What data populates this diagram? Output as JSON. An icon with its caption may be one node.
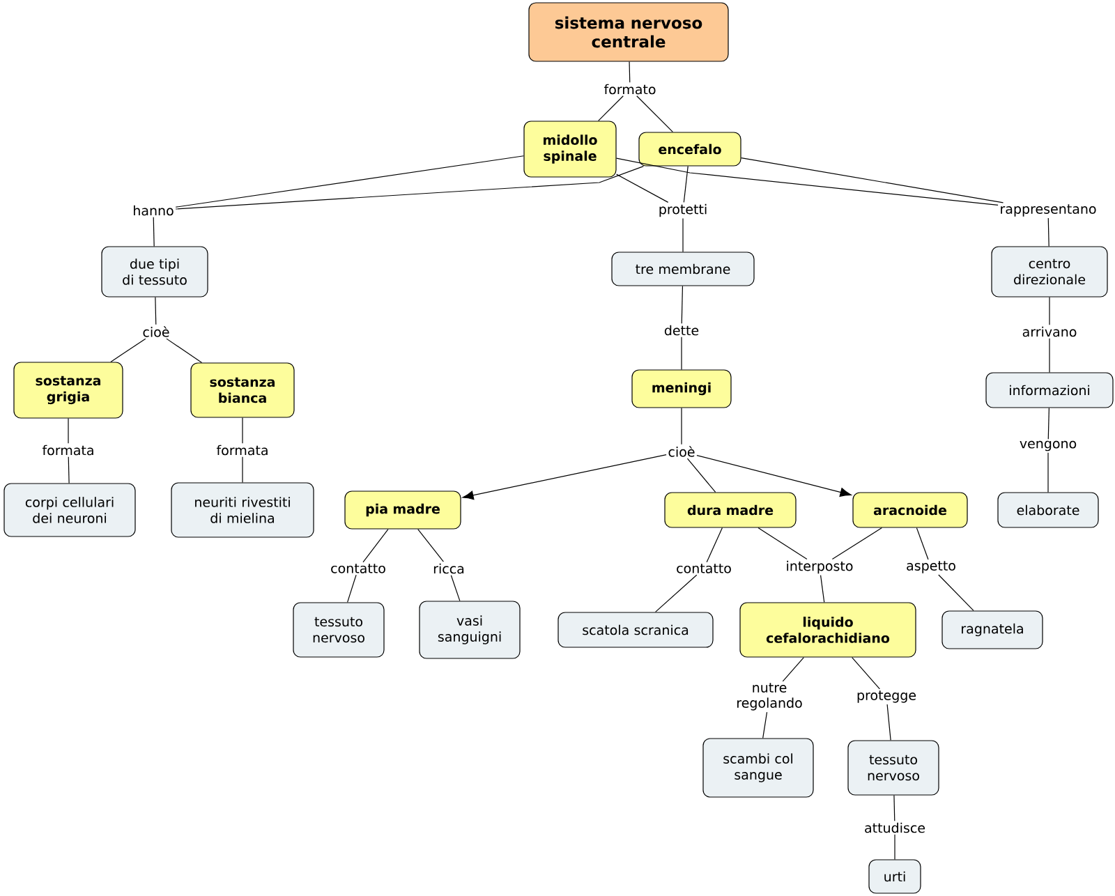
{
  "diagram": {
    "nodes": [
      {
        "text": [
          "sistema nervoso centrale"
        ]
      },
      {
        "text": [
          "formato"
        ]
      },
      {
        "text": [
          "midollo spinale"
        ]
      },
      {
        "text": [
          "encefalo"
        ]
      },
      {
        "text": [
          "hanno"
        ]
      },
      {
        "text": [
          "protetti"
        ]
      },
      {
        "text": [
          "rappresentano"
        ]
      },
      {
        "text": [
          "due tipi di tessuto"
        ]
      },
      {
        "text": [
          "tre membrane"
        ]
      },
      {
        "text": [
          "centro direzionale"
        ]
      },
      {
        "text": [
          "cioè"
        ]
      },
      {
        "text": [
          "dette"
        ]
      },
      {
        "text": [
          "arrivano"
        ]
      },
      {
        "text": [
          "sostanza grigia"
        ]
      },
      {
        "text": [
          "sostanza bianca"
        ]
      },
      {
        "text": [
          "meningi"
        ]
      },
      {
        "text": [
          "informazioni"
        ]
      },
      {
        "text": [
          "formata"
        ]
      },
      {
        "text": [
          "formata"
        ]
      },
      {
        "text": [
          "cioè"
        ]
      },
      {
        "text": [
          "vengono"
        ]
      },
      {
        "text": [
          "corpi cellulari dei neuroni"
        ]
      },
      {
        "text": [
          "neuriti rivestiti di mielina"
        ]
      },
      {
        "text": [
          "pia madre"
        ]
      },
      {
        "text": [
          "dura madre"
        ]
      },
      {
        "text": [
          "aracnoide"
        ]
      },
      {
        "text": [
          "elaborate"
        ]
      },
      {
        "text": [
          "contatto"
        ]
      },
      {
        "text": [
          "ricca"
        ]
      },
      {
        "text": [
          "contatto"
        ]
      },
      {
        "text": [
          "interposto"
        ]
      },
      {
        "text": [
          "aspetto"
        ]
      },
      {
        "text": [
          "tessuto nervoso"
        ]
      },
      {
        "text": [
          "vasi sanguigni"
        ]
      },
      {
        "text": [
          "scatola scranica"
        ]
      },
      {
        "text": [
          "liquido cefalorachidiano"
        ]
      },
      {
        "text": [
          "ragnatela"
        ]
      },
      {
        "text": [
          "nutre regolando"
        ]
      },
      {
        "text": [
          "protegge"
        ]
      },
      {
        "text": [
          "scambi col sangue"
        ]
      },
      {
        "text": [
          "tessuto nervoso"
        ]
      },
      {
        "text": [
          "attudisce"
        ]
      },
      {
        "text": [
          "urti"
        ]
      }
    ],
    "edges": [
      {
        "from": 0,
        "to": 1,
        "arrow": "none"
      },
      {
        "from": 1,
        "to": 2,
        "arrow": "none"
      },
      {
        "from": 1,
        "to": 3,
        "arrow": "none"
      },
      {
        "from": 2,
        "to": 4,
        "arrow": "none"
      },
      {
        "from": 3,
        "to": 4,
        "arrow": "none"
      },
      {
        "from": 4,
        "to": 7,
        "arrow": "none"
      },
      {
        "from": 2,
        "to": 5,
        "arrow": "none"
      },
      {
        "from": 3,
        "to": 5,
        "arrow": "none"
      },
      {
        "from": 5,
        "to": 8,
        "arrow": "none"
      },
      {
        "from": 2,
        "to": 6,
        "arrow": "none"
      },
      {
        "from": 3,
        "to": 6,
        "arrow": "none"
      },
      {
        "from": 6,
        "to": 9,
        "arrow": "none"
      },
      {
        "from": 7,
        "to": 10,
        "arrow": "none"
      },
      {
        "from": 10,
        "to": 13,
        "arrow": "none"
      },
      {
        "from": 10,
        "to": 14,
        "arrow": "none"
      },
      {
        "from": 8,
        "to": 11,
        "arrow": "none"
      },
      {
        "from": 11,
        "to": 15,
        "arrow": "none"
      },
      {
        "from": 9,
        "to": 12,
        "arrow": "none"
      },
      {
        "from": 12,
        "to": 16,
        "arrow": "none"
      },
      {
        "from": 13,
        "to": 17,
        "arrow": "none"
      },
      {
        "from": 17,
        "to": 21,
        "arrow": "none"
      },
      {
        "from": 14,
        "to": 18,
        "arrow": "none"
      },
      {
        "from": 18,
        "to": 22,
        "arrow": "none"
      },
      {
        "from": 15,
        "to": 19,
        "arrow": "none"
      },
      {
        "from": 19,
        "to": 23,
        "arrow": "to"
      },
      {
        "from": 19,
        "to": 24,
        "arrow": "none"
      },
      {
        "from": 19,
        "to": 25,
        "arrow": "to"
      },
      {
        "from": 16,
        "to": 20,
        "arrow": "none"
      },
      {
        "from": 20,
        "to": 26,
        "arrow": "none"
      },
      {
        "from": 23,
        "to": 27,
        "arrow": "none"
      },
      {
        "from": 27,
        "to": 32,
        "arrow": "none"
      },
      {
        "from": 23,
        "to": 28,
        "arrow": "none"
      },
      {
        "from": 28,
        "to": 33,
        "arrow": "none"
      },
      {
        "from": 24,
        "to": 29,
        "arrow": "none"
      },
      {
        "from": 29,
        "to": 34,
        "arrow": "none"
      },
      {
        "from": 24,
        "to": 30,
        "arrow": "none"
      },
      {
        "from": 25,
        "to": 30,
        "arrow": "none"
      },
      {
        "from": 30,
        "to": 35,
        "arrow": "none"
      },
      {
        "from": 25,
        "to": 31,
        "arrow": "none"
      },
      {
        "from": 31,
        "to": 36,
        "arrow": "none"
      },
      {
        "from": 35,
        "to": 37,
        "arrow": "none"
      },
      {
        "from": 37,
        "to": 39,
        "arrow": "none"
      },
      {
        "from": 35,
        "to": 38,
        "arrow": "none"
      },
      {
        "from": 38,
        "to": 40,
        "arrow": "none"
      },
      {
        "from": 40,
        "to": 41,
        "arrow": "none"
      },
      {
        "from": 41,
        "to": 42,
        "arrow": "none"
      }
    ]
  }
}
